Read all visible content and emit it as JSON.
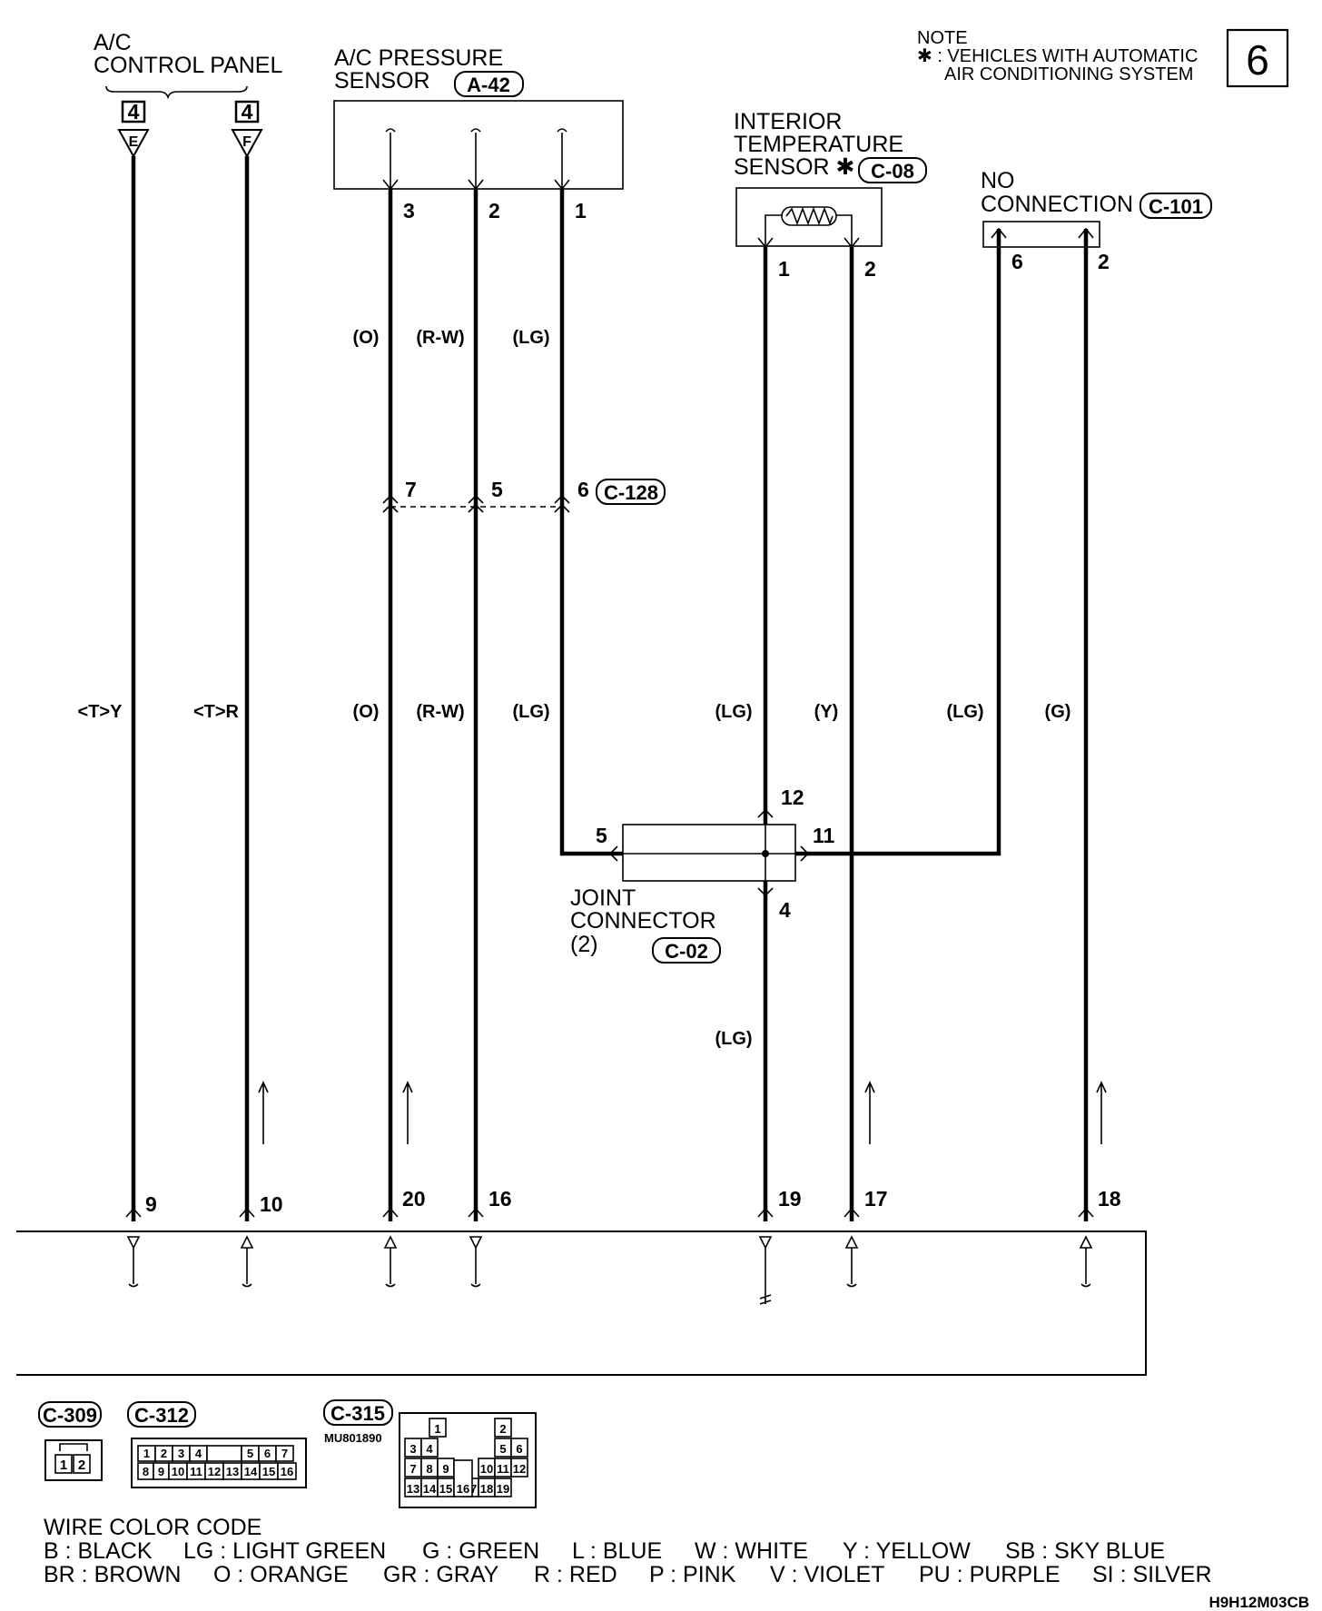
{
  "note": {
    "title": "NOTE",
    "line1": "✱ : VEHICLES WITH AUTOMATIC",
    "line2": "AIR CONDITIONING SYSTEM"
  },
  "page_number": "6",
  "components": {
    "ac_control_panel": {
      "line1": "A/C",
      "line2": "CONTROL PANEL",
      "tag_left": "4",
      "tag_right": "4",
      "letter_left": "E",
      "letter_right": "F"
    },
    "ac_pressure_sensor": {
      "line1": "A/C PRESSURE",
      "line2": "SENSOR",
      "connector": "A-42",
      "pins": [
        "3",
        "2",
        "1"
      ]
    },
    "interior_temp_sensor": {
      "line1": "INTERIOR",
      "line2": "TEMPERATURE",
      "line3": "SENSOR ✱",
      "connector": "C-08",
      "pins": [
        "1",
        "2"
      ]
    },
    "no_connection": {
      "line1": "NO",
      "line2": "CONNECTION",
      "connector": "C-101",
      "pins": [
        "6",
        "2"
      ]
    },
    "intermediate_connector": {
      "connector": "C-128",
      "pins": [
        "7",
        "5",
        "6"
      ]
    },
    "joint_connector": {
      "line1": "JOINT",
      "line2": "CONNECTOR",
      "line3": "(2)",
      "connector": "C-02",
      "pins": {
        "left": "5",
        "top": "12",
        "right": "11",
        "bottom": "4"
      }
    }
  },
  "wire_colors": {
    "upper": [
      "(O)",
      "(R-W)",
      "(LG)"
    ],
    "middle": [
      "<T>Y",
      "<T>R",
      "(O)",
      "(R-W)",
      "(LG)",
      "(LG)",
      "(Y)",
      "(LG)",
      "(G)"
    ],
    "lower": "(LG)"
  },
  "ecu_pins": [
    "9",
    "10",
    "20",
    "16",
    "19",
    "17",
    "18"
  ],
  "connector_views": {
    "c309": {
      "label": "C-309",
      "pins": [
        "1",
        "2"
      ]
    },
    "c312": {
      "label": "C-312",
      "row1": [
        "1",
        "2",
        "3",
        "4",
        "",
        "5",
        "6",
        "7"
      ],
      "row2": [
        "8",
        "9",
        "10",
        "11",
        "12",
        "13",
        "14",
        "15",
        "16"
      ]
    },
    "c315": {
      "label": "C-315",
      "part_no": "MU801890"
    }
  },
  "legend": {
    "title": "WIRE COLOR CODE",
    "row1": [
      "B : BLACK",
      "LG : LIGHT GREEN",
      "G : GREEN",
      "L : BLUE",
      "W : WHITE",
      "Y : YELLOW",
      "SB : SKY BLUE"
    ],
    "row2": [
      "BR : BROWN",
      "O : ORANGE",
      "GR : GRAY",
      "R : RED",
      "P : PINK",
      "V : VIOLET",
      "PU : PURPLE",
      "SI : SILVER"
    ]
  },
  "figure_code": "H9H12M03CB"
}
